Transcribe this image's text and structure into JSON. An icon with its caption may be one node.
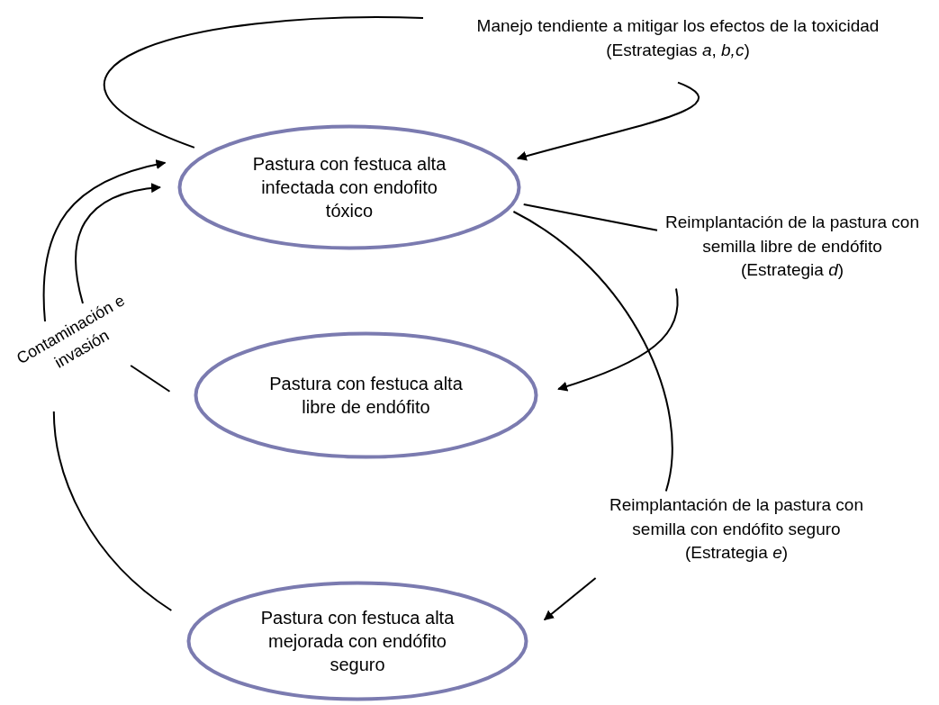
{
  "diagram": {
    "nodes": [
      {
        "text": [
          "Pastura con festuca alta infectada con endofito tóxico"
        ]
      },
      {
        "text": [
          "Pastura con festuca alta libre de endófito"
        ]
      },
      {
        "text": [
          "Pastura con festuca alta mejorada con endófito seguro"
        ]
      },
      {
        "text": [
          "Manejo tendiente a mitigar los efectos de la toxicidad",
          "(Estrategias *a*, *b,c*)"
        ]
      },
      {
        "text": [
          "Reimplantación de la pastura con semilla libre de endófito",
          "(Estrategia *d*)"
        ]
      },
      {
        "text": [
          "Reimplantación de la pastura con semilla con endófito seguro",
          "(Estrategia *e*)"
        ]
      },
      {
        "text": [
          "Contaminación e invasión"
        ]
      }
    ],
    "edges": [
      {
        "from": 0,
        "to": 3,
        "arrow": "none"
      },
      {
        "from": 3,
        "to": 0,
        "arrow": "to"
      },
      {
        "from": 0,
        "to": 4,
        "arrow": "none"
      },
      {
        "from": 4,
        "to": 1,
        "arrow": "to"
      },
      {
        "from": 0,
        "to": 5,
        "arrow": "none"
      },
      {
        "from": 5,
        "to": 2,
        "arrow": "to"
      },
      {
        "from": 2,
        "to": 6,
        "arrow": "none"
      },
      {
        "from": 6,
        "to": 0,
        "arrow": "to"
      },
      {
        "from": 1,
        "to": 6,
        "arrow": "none"
      },
      {
        "from": 6,
        "to": 0,
        "arrow": "to"
      }
    ]
  }
}
